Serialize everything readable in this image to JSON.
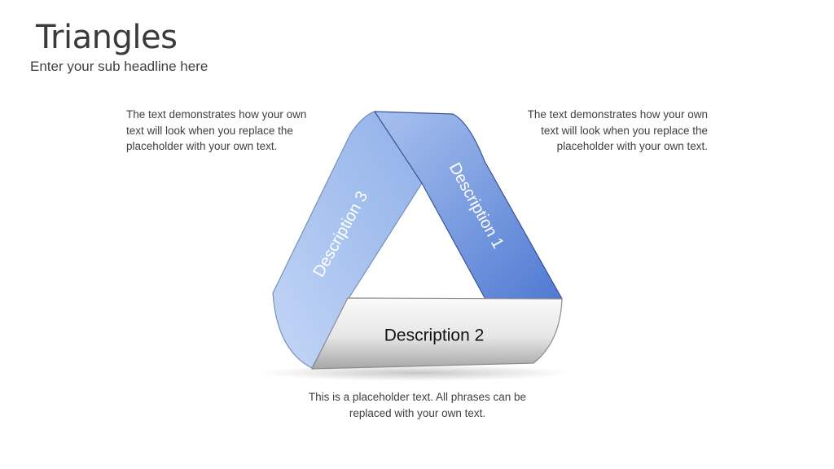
{
  "header": {
    "title": "Triangles",
    "subtitle": "Enter your sub headline here"
  },
  "texts": {
    "left": "The text demonstrates how your own text will look when you replace the placeholder with your own text.",
    "right": "The text demonstrates how your own text will look when you replace the placeholder with your own text.",
    "bottom": "This is a placeholder text. All phrases can be replaced with your own text."
  },
  "diagram": {
    "segments": [
      {
        "label": "Description 1",
        "color": "#5b84d6"
      },
      {
        "label": "Description 2",
        "color": "#d9d9d9"
      },
      {
        "label": "Description 3",
        "color": "#a9c3ee"
      }
    ]
  }
}
